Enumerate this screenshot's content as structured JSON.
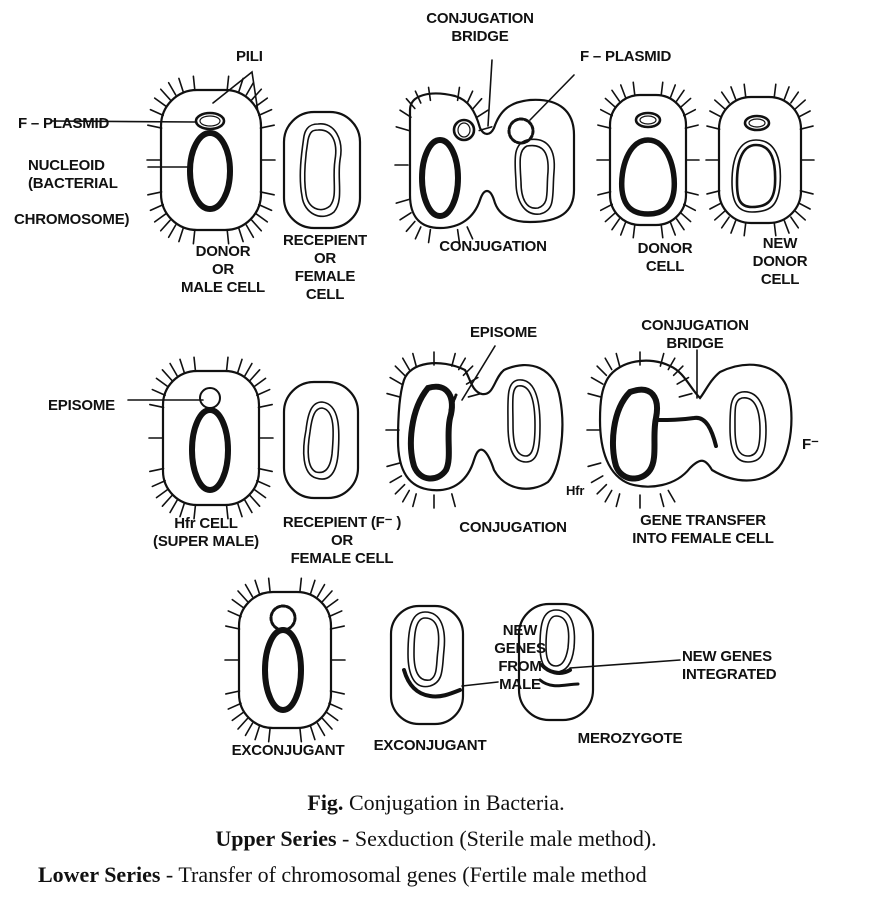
{
  "figure": {
    "upper_row": {
      "labels": {
        "pili": "PILI",
        "f_plasmid_left": "F – PLASMID",
        "nucleoid": [
          "NUCLEOID",
          "(BACTERIAL",
          "CHROMOSOME)"
        ],
        "donor": [
          "DONOR",
          "OR",
          "MALE CELL"
        ],
        "recipient": [
          "RECEPIENT",
          "OR",
          "FEMALE",
          "CELL"
        ],
        "conj_bridge": [
          "CONJUGATION",
          "BRIDGE"
        ],
        "f_plasmid_right": "F – PLASMID",
        "conjugation": "CONJUGATION",
        "donor_cell": [
          "DONOR",
          "CELL"
        ],
        "new_donor_cell": [
          "NEW",
          "DONOR",
          "CELL"
        ]
      }
    },
    "middle_row": {
      "labels": {
        "episome_left": "EPISOME",
        "hfr_cell": [
          "Hfr CELL",
          "(SUPER MALE)"
        ],
        "recipient": [
          "RECEPIENT (F⁻ )",
          "OR",
          "FEMALE CELL"
        ],
        "episome_top": "EPISOME",
        "conjugation": "CONJUGATION",
        "hfr": "Hfr",
        "conj_bridge": [
          "CONJUGATION",
          "BRIDGE"
        ],
        "f_minus": "F⁻",
        "gene_transfer": [
          "GENE TRANSFER",
          "INTO FEMALE CELL"
        ]
      }
    },
    "bottom_row": {
      "labels": {
        "exconjugant_1": "EXCONJUGANT",
        "exconjugant_2": "EXCONJUGANT",
        "new_genes_from_male": [
          "NEW",
          "GENES",
          "FROM",
          "MALE"
        ],
        "merozygote": "MEROZYGOTE",
        "new_genes_integrated": [
          "NEW GENES",
          "INTEGRATED"
        ]
      }
    },
    "caption": {
      "line1_bold": "Fig.",
      "line1": " Conjugation in Bacteria.",
      "line2_bold": "Upper Series",
      "line2": " - Sexduction (Sterile male method).",
      "line3_bold": "Lower Series",
      "line3": " - Transfer of chromosomal genes (Fertile male method"
    }
  }
}
